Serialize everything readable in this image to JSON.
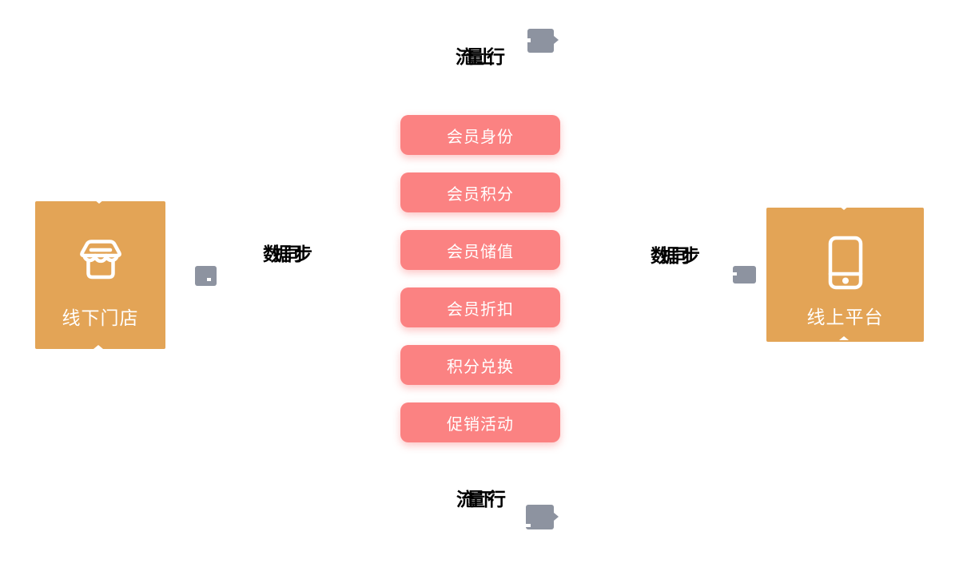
{
  "colors": {
    "background": "#FFFFFF",
    "orange": "#E3A456",
    "pink": "#FB8282",
    "gray": "#8D93A0",
    "label": "#000000",
    "text_on_fill": "#FFFFFF"
  },
  "nodes": {
    "offline": {
      "label": "线下门店",
      "icon": "storefront-icon"
    },
    "online": {
      "label": "线上平台",
      "icon": "smartphone-icon"
    }
  },
  "features": {
    "items": [
      {
        "label": "会员身份"
      },
      {
        "label": "会员积分"
      },
      {
        "label": "会员储值"
      },
      {
        "label": "会员折扣"
      },
      {
        "label": "积分兑换"
      },
      {
        "label": "促销活动"
      }
    ]
  },
  "flow_labels": {
    "top": "流量上行",
    "bottom": "流量下行",
    "left": "数据同步",
    "right": "数据同步"
  }
}
